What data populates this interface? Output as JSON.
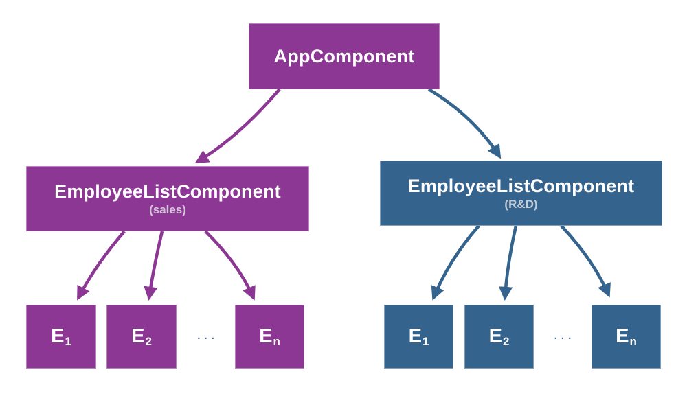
{
  "colors": {
    "purple": "#8d3794",
    "blue": "#34638d",
    "white_text": "#ffffff",
    "subtitle_purple_box": "#d2c7d8",
    "subtitle_blue_box": "#c3cdd8",
    "ellipsis": "#3c6493",
    "background": "#ffffff"
  },
  "tree": {
    "root": {
      "label": "AppComponent"
    },
    "branches": [
      {
        "label": "EmployeeListComponent",
        "subtitle": "(sales)",
        "ellipsis": "...",
        "children": [
          {
            "base": "E",
            "sub": "1"
          },
          {
            "base": "E",
            "sub": "2"
          },
          {
            "base": "E",
            "sub": "n"
          }
        ]
      },
      {
        "label": "EmployeeListComponent",
        "subtitle": "(R&D)",
        "ellipsis": "...",
        "children": [
          {
            "base": "E",
            "sub": "1"
          },
          {
            "base": "E",
            "sub": "2"
          },
          {
            "base": "E",
            "sub": "n"
          }
        ]
      }
    ]
  }
}
